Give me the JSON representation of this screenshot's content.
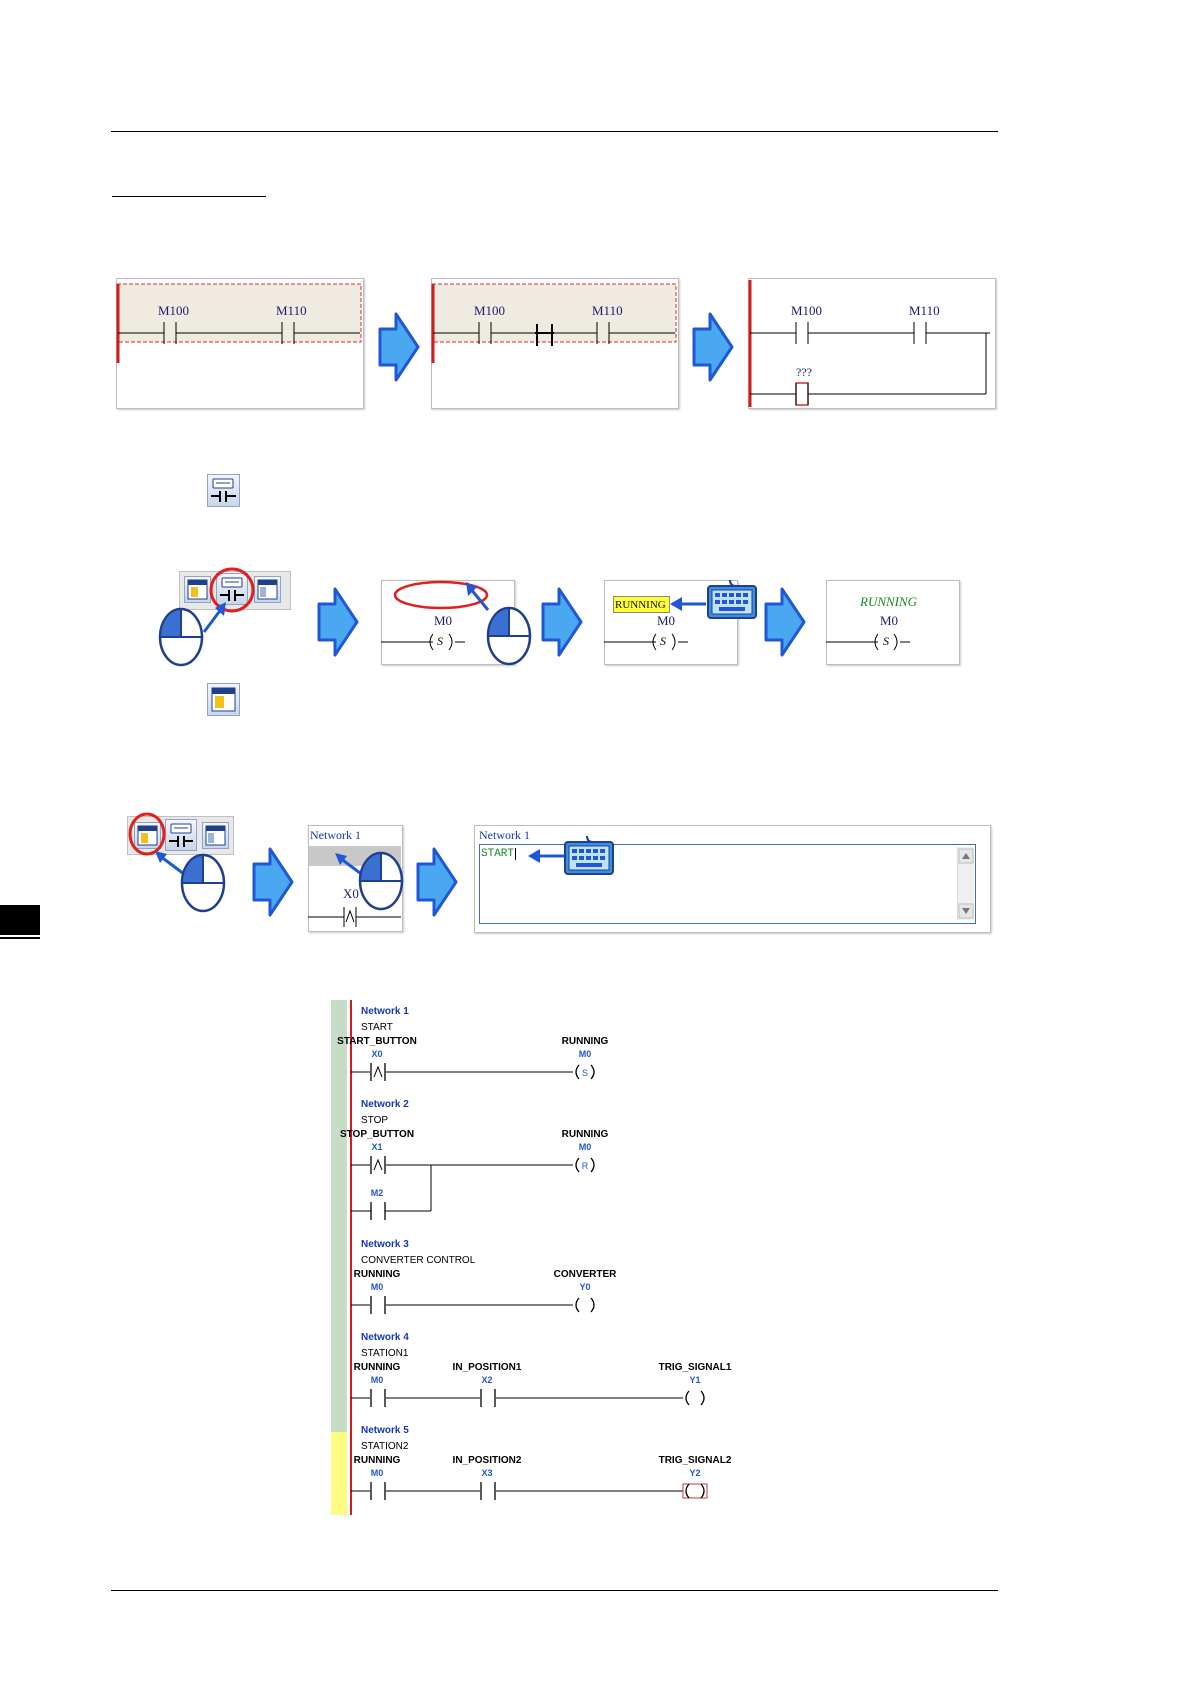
{
  "colors": {
    "accent_blue": "#1f57d6",
    "arrow_fill": "#4aa8f0",
    "selection_fill": "#efebe1",
    "power_rail": "#d21d1d",
    "network_title": "#1738b5",
    "comment_green": "#178a24",
    "edit_yellow": "#ffff33",
    "sidebar_green": "#c6dcc6",
    "sidebar_yellow": "#fdfb82"
  },
  "icons": [
    "right-arrow-icon",
    "mouse-icon",
    "keyboard-icon",
    "device-comment-icon",
    "network-comment-icon"
  ],
  "step1": {
    "contact_a": "M100",
    "contact_b": "M110",
    "undefined_device": "???"
  },
  "step2": {
    "coil_device": "M0",
    "coil_symbol": "S",
    "typed_comment": "RUNNING",
    "result_comment": "RUNNING"
  },
  "step3": {
    "network_label": "Network 1",
    "device": "X0",
    "typed_comment": "START"
  },
  "ladder": {
    "networks": [
      {
        "title": "Network 1",
        "comment": "START",
        "elements": [
          {
            "comment": "START_BUTTON",
            "device": "X0",
            "kind": "rising"
          },
          {
            "comment": "RUNNING",
            "device": "M0",
            "kind": "coil",
            "symbol": "S"
          }
        ]
      },
      {
        "title": "Network 2",
        "comment": "STOP",
        "elements": [
          {
            "comment": "STOP_BUTTON",
            "device": "X1",
            "kind": "rising"
          },
          {
            "comment": "RUNNING",
            "device": "M0",
            "kind": "coil",
            "symbol": "R"
          },
          {
            "comment": "",
            "device": "M2",
            "kind": "contact"
          }
        ]
      },
      {
        "title": "Network 3",
        "comment": "CONVERTER CONTROL",
        "elements": [
          {
            "comment": "RUNNING",
            "device": "M0",
            "kind": "contact"
          },
          {
            "comment": "CONVERTER",
            "device": "Y0",
            "kind": "coil",
            "symbol": ""
          }
        ]
      },
      {
        "title": "Network 4",
        "comment": "STATION1",
        "elements": [
          {
            "comment": "RUNNING",
            "device": "M0",
            "kind": "contact"
          },
          {
            "comment": "IN_POSITION1",
            "device": "X2",
            "kind": "contact"
          },
          {
            "comment": "TRIG_SIGNAL1",
            "device": "Y1",
            "kind": "coil",
            "symbol": ""
          }
        ]
      },
      {
        "title": "Network 5",
        "comment": "STATION2",
        "elements": [
          {
            "comment": "RUNNING",
            "device": "M0",
            "kind": "contact"
          },
          {
            "comment": "IN_POSITION2",
            "device": "X3",
            "kind": "contact"
          },
          {
            "comment": "TRIG_SIGNAL2",
            "device": "Y2",
            "kind": "coil",
            "symbol": ""
          }
        ]
      }
    ]
  }
}
